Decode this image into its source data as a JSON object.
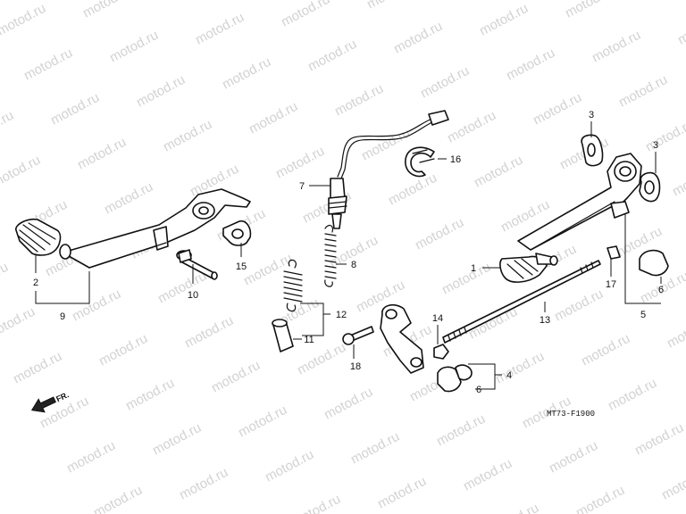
{
  "watermark": {
    "text": "motod.ru"
  },
  "diagram_code": "MT73-F1900",
  "front_arrow_label": "FR.",
  "callouts": {
    "c1": "1",
    "c2": "2",
    "c3a": "3",
    "c3b": "3",
    "c4": "4",
    "c5": "5",
    "c6a": "6",
    "c6b": "6",
    "c7": "7",
    "c8": "8",
    "c9": "9",
    "c10": "10",
    "c11": "11",
    "c12": "12",
    "c13": "13",
    "c14": "14",
    "c15": "15",
    "c16": "16",
    "c17": "17",
    "c18": "18"
  }
}
